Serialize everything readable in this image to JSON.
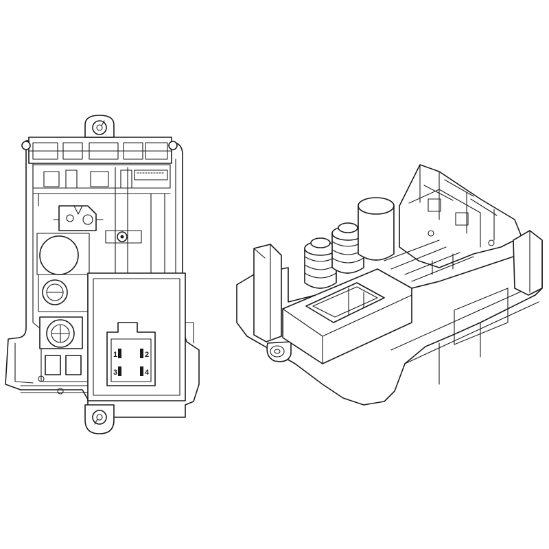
{
  "diagram": {
    "connector_pins": [
      "1",
      "2",
      "3",
      "4"
    ]
  }
}
